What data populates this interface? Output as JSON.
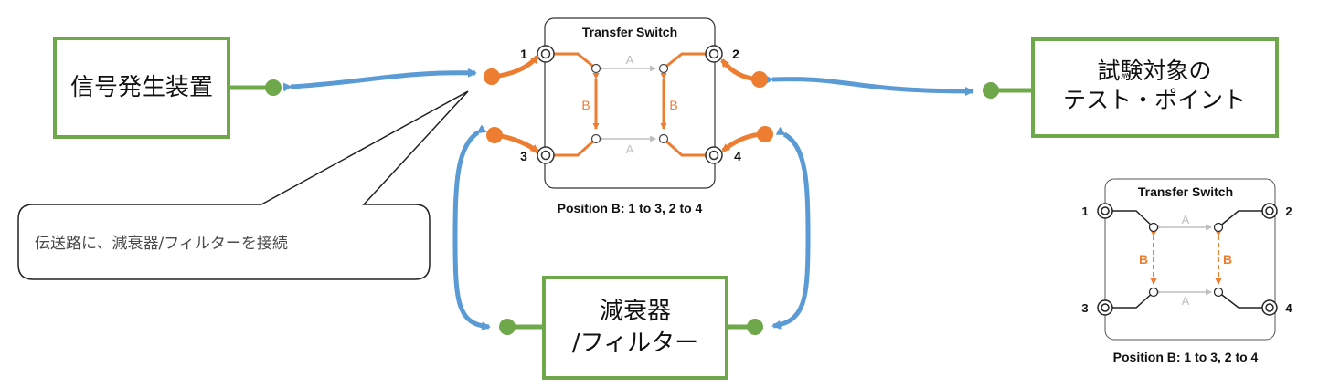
{
  "blocks": {
    "signal_generator": "信号発生装置",
    "dut_line1": "試験対象の",
    "dut_line2": "テスト・ポイント",
    "attenuator_line1": "減衰器",
    "attenuator_line2": "/フィルター"
  },
  "callout": "伝送路に、減衰器/フィルターを接続",
  "switch_main": {
    "title": "Transfer Switch",
    "ports": [
      "1",
      "2",
      "3",
      "4"
    ],
    "path_a": "A",
    "path_b": "B",
    "caption": "Position B: 1 to 3, 2 to 4"
  },
  "switch_legend": {
    "title": "Transfer Switch",
    "ports": [
      "1",
      "2",
      "3",
      "4"
    ],
    "path_a": "A",
    "path_b": "B",
    "caption": "Position B: 1 to 3, 2 to 4"
  },
  "colors": {
    "block_border": "#6ea84a",
    "connector_green": "#6ea84a",
    "cable_blue": "#5b9bd5",
    "switch_orange": "#ed7d31",
    "inactive_gray": "#bfbfbf",
    "text": "#111111",
    "callout_text": "#4a4a4a"
  }
}
